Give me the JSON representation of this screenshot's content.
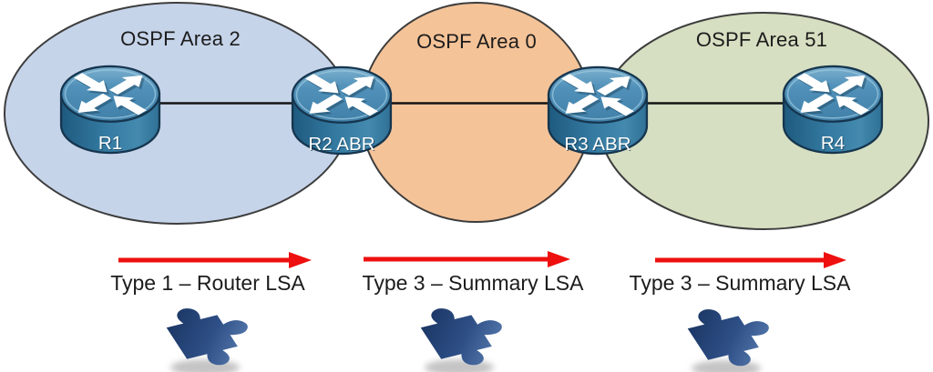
{
  "diagram": {
    "background": "#ffffff",
    "areas": [
      {
        "label": "OSPF Area 2",
        "fill": "#c6d4ea"
      },
      {
        "label": "OSPF Area 0",
        "fill": "#f5c398"
      },
      {
        "label": "OSPF Area 51",
        "fill": "#d6dfc1"
      }
    ],
    "routers": [
      {
        "label": "R1"
      },
      {
        "label": "R2 ABR"
      },
      {
        "label": "R3 ABR"
      },
      {
        "label": "R4"
      }
    ],
    "flows": [
      {
        "label": "Type 1 – Router LSA"
      },
      {
        "label": "Type 3 – Summary LSA"
      },
      {
        "label": "Type 3 – Summary LSA"
      }
    ],
    "colors": {
      "flow_arrow": "#ee0f0f",
      "area_border": "#3d3d3d",
      "link_line": "#141414"
    }
  }
}
